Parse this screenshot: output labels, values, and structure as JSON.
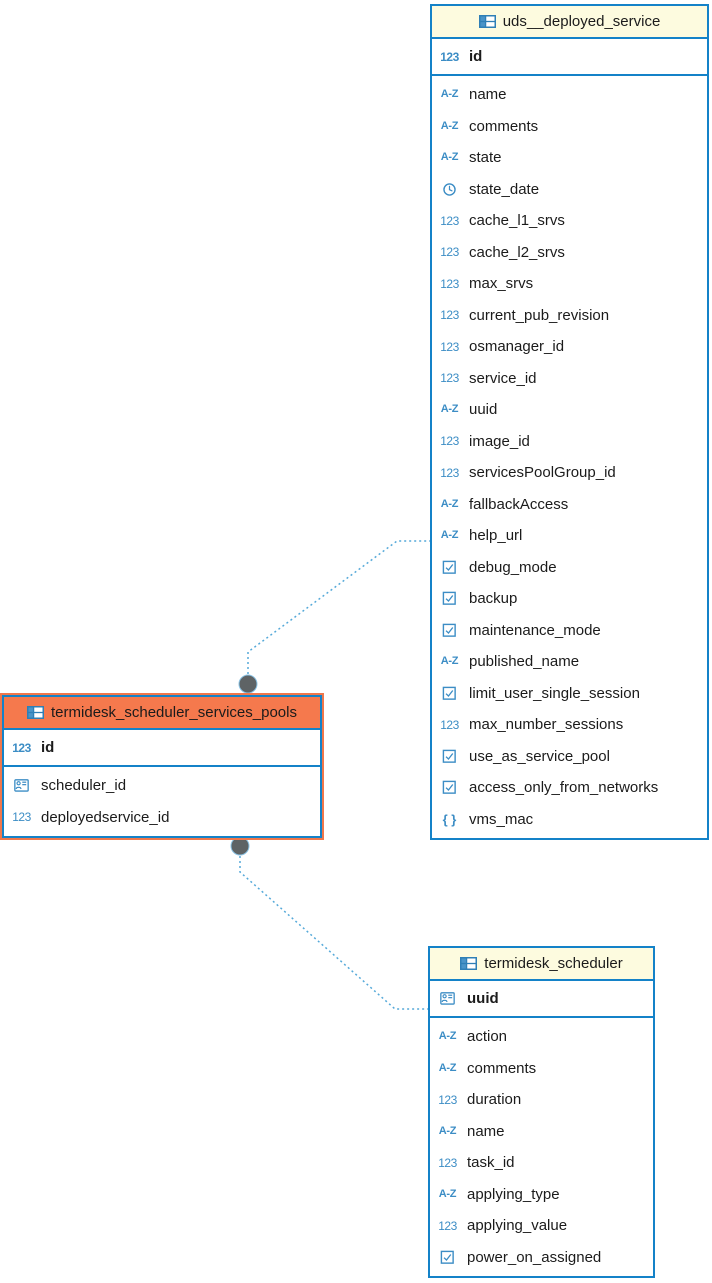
{
  "diagram": {
    "tables": [
      {
        "title": "uds__deployed_service",
        "selected": false,
        "keys": [
          {
            "type": "number",
            "name": "id"
          }
        ],
        "columns": [
          {
            "type": "text",
            "name": "name"
          },
          {
            "type": "text",
            "name": "comments"
          },
          {
            "type": "text",
            "name": "state"
          },
          {
            "type": "datetime",
            "name": "state_date"
          },
          {
            "type": "number",
            "name": "cache_l1_srvs"
          },
          {
            "type": "number",
            "name": "cache_l2_srvs"
          },
          {
            "type": "number",
            "name": "max_srvs"
          },
          {
            "type": "number",
            "name": "current_pub_revision"
          },
          {
            "type": "number",
            "name": "osmanager_id"
          },
          {
            "type": "number",
            "name": "service_id"
          },
          {
            "type": "text",
            "name": "uuid"
          },
          {
            "type": "number",
            "name": "image_id"
          },
          {
            "type": "number",
            "name": "servicesPoolGroup_id"
          },
          {
            "type": "text",
            "name": "fallbackAccess"
          },
          {
            "type": "text",
            "name": "help_url"
          },
          {
            "type": "boolean",
            "name": "debug_mode"
          },
          {
            "type": "boolean",
            "name": "backup"
          },
          {
            "type": "boolean",
            "name": "maintenance_mode"
          },
          {
            "type": "text",
            "name": "published_name"
          },
          {
            "type": "boolean",
            "name": "limit_user_single_session"
          },
          {
            "type": "number",
            "name": "max_number_sessions"
          },
          {
            "type": "boolean",
            "name": "use_as_service_pool"
          },
          {
            "type": "boolean",
            "name": "access_only_from_networks"
          },
          {
            "type": "json",
            "name": "vms_mac"
          }
        ]
      },
      {
        "title": "termidesk_scheduler_services_pools",
        "selected": true,
        "keys": [
          {
            "type": "number",
            "name": "id"
          }
        ],
        "columns": [
          {
            "type": "uniqueid",
            "name": "scheduler_id"
          },
          {
            "type": "number",
            "name": "deployedservice_id"
          }
        ]
      },
      {
        "title": "termidesk_scheduler",
        "selected": false,
        "keys": [
          {
            "type": "uniqueid",
            "name": "uuid"
          }
        ],
        "columns": [
          {
            "type": "text",
            "name": "action"
          },
          {
            "type": "text",
            "name": "comments"
          },
          {
            "type": "number",
            "name": "duration"
          },
          {
            "type": "text",
            "name": "name"
          },
          {
            "type": "number",
            "name": "task_id"
          },
          {
            "type": "text",
            "name": "applying_type"
          },
          {
            "type": "number",
            "name": "applying_value"
          },
          {
            "type": "boolean",
            "name": "power_on_assigned"
          }
        ]
      }
    ],
    "relations": [
      {
        "from": "termidesk_scheduler_services_pools",
        "to": "uds__deployed_service"
      },
      {
        "from": "termidesk_scheduler_services_pools",
        "to": "termidesk_scheduler"
      }
    ],
    "colors": {
      "table_border": "#1482c8",
      "header_background": "#fdfbdf",
      "selected_header_background": "#f5794d",
      "selection_outline": "#f0774b",
      "icon_blue": "#3c8dc5",
      "relation_line": "#55a9d9",
      "relation_endpoint_dot": "#5e6365",
      "text": "#1b1b1b"
    }
  }
}
